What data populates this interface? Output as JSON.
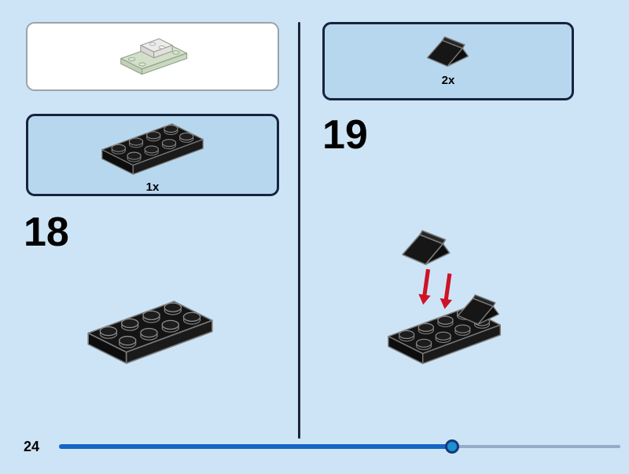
{
  "page": {
    "number": "24",
    "progress_percent": 70
  },
  "steps": [
    {
      "number": "18",
      "parts": [
        {
          "count": "1x",
          "piece_icon": "black-plate-2x4-icon"
        }
      ]
    },
    {
      "number": "19",
      "parts": [
        {
          "count": "2x",
          "piece_icon": "black-slope-1x2-icon"
        }
      ]
    }
  ],
  "icons": {
    "preview": "assembly-preview-icon",
    "step18_main": "black-plate-2x4-large-icon",
    "step19_main": "step-19-assembly-icon",
    "placement_arrows": "placement-arrow-icon"
  },
  "colors": {
    "bg": "#cde4f6",
    "panel": "#b7d7ee",
    "panel-border": "#17243e",
    "box-border": "#9aa3ab",
    "divider": "#1c2636",
    "progress-active": "#1566c4",
    "progress-rest": "#97abc8",
    "knob-fill": "#1f8fd0",
    "knob-ring": "#123a7a",
    "arrow": "#cf1225",
    "text": "#000000"
  }
}
